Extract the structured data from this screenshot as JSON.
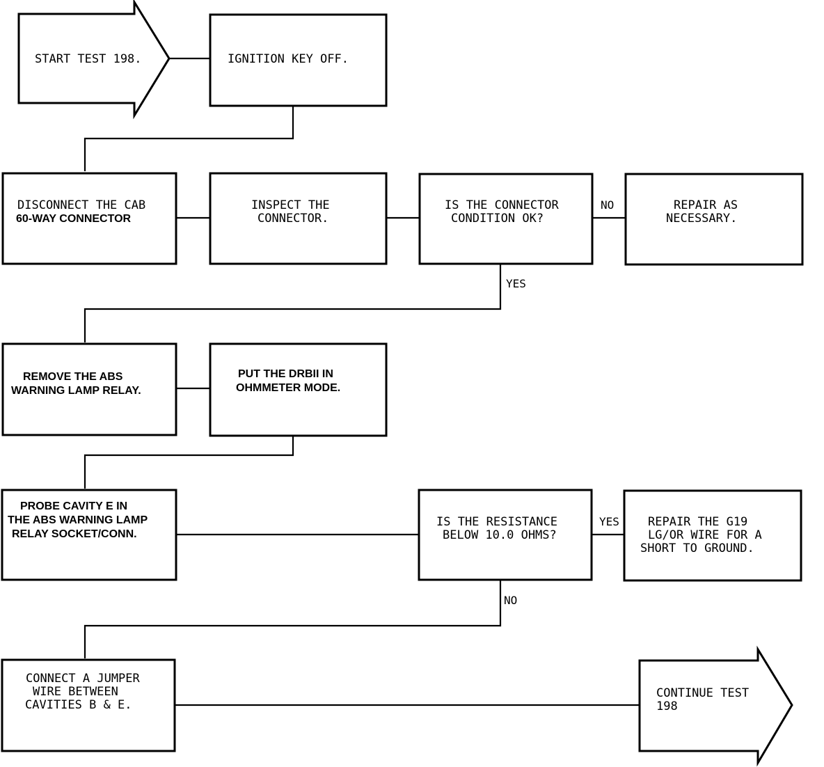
{
  "flowchart": {
    "start": [
      "START TEST 198."
    ],
    "ignition_off": [
      "IGNITION KEY OFF."
    ],
    "disconnect": [
      "DISCONNECT THE CAB",
      "60-WAY CONNECTOR"
    ],
    "inspect": [
      "INSPECT THE",
      "CONNECTOR."
    ],
    "connector_ok": [
      "IS THE CONNECTOR",
      "CONDITION OK?"
    ],
    "repair_connector": [
      "REPAIR AS",
      "NECESSARY."
    ],
    "remove_relay": [
      "REMOVE THE ABS",
      "WARNING LAMP RELAY."
    ],
    "drbii_mode": [
      "PUT THE DRBII IN",
      "OHMMETER MODE."
    ],
    "probe_cavity": [
      "PROBE CAVITY E IN",
      "THE ABS WARNING LAMP",
      "RELAY SOCKET/CONN."
    ],
    "resistance_q": [
      "IS THE RESISTANCE",
      "BELOW 10.0 OHMS?"
    ],
    "repair_wire": [
      "REPAIR THE G19",
      "LG/OR WIRE FOR A",
      "SHORT TO GROUND."
    ],
    "jumper": [
      "CONNECT A JUMPER",
      "WIRE BETWEEN",
      "CAVITIES B & E."
    ],
    "continue": [
      "CONTINUE TEST",
      "198"
    ],
    "labels": {
      "no_1": "NO",
      "yes_1": "YES",
      "yes_2": "YES",
      "no_2": "NO"
    }
  }
}
